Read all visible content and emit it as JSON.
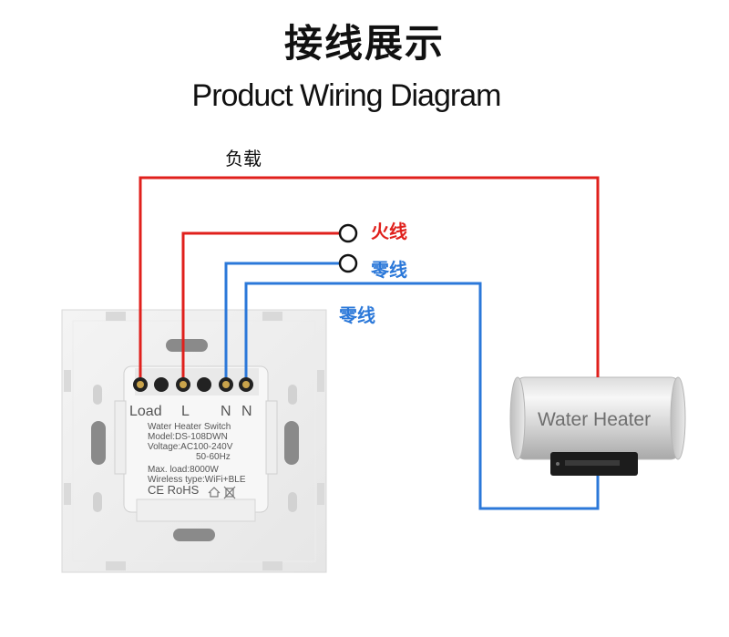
{
  "title_cn": "接线展示",
  "title_en": "Product Wiring Diagram",
  "labels": {
    "load": "负载",
    "live": "火线",
    "neutral_1": "零线",
    "neutral_2": "零线"
  },
  "switch": {
    "terminals": [
      "Load",
      "L",
      "N",
      "N"
    ],
    "product_name": "Water Heater Switch",
    "model": "Model:DS-108DWN",
    "voltage": "Voltage:AC100-240V",
    "frequency": "50-60Hz",
    "max_load": "Max. load:8000W",
    "wireless": "Wireless type:WiFi+BLE",
    "certifications": "CE RoHS"
  },
  "heater": {
    "label": "Water Heater"
  },
  "colors": {
    "live_wire": "#e0201c",
    "neutral_wire": "#2b78d9",
    "label_red": "#e0201c",
    "label_blue": "#2b78d9"
  }
}
